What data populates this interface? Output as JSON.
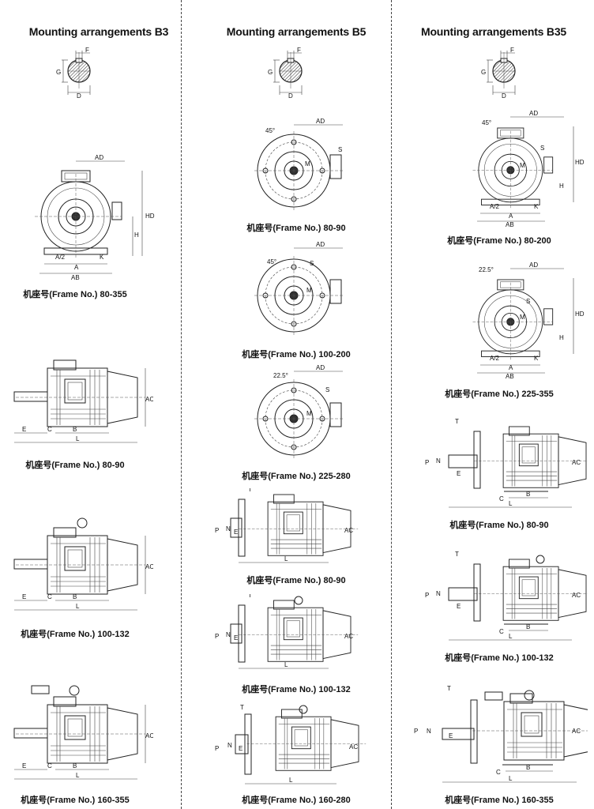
{
  "columns": [
    {
      "heading": "Mounting arrangements B3",
      "captions": [
        "机座号(Frame No.) 80-355",
        "机座号(Frame No.) 80-90",
        "机座号(Frame No.) 100-132",
        "机座号(Frame No.) 160-355"
      ]
    },
    {
      "heading": "Mounting arrangements B5",
      "captions": [
        "机座号(Frame No.) 80-90",
        "机座号(Frame No.) 100-200",
        "机座号(Frame No.) 225-280",
        "机座号(Frame No.) 80-90",
        "机座号(Frame No.) 100-132",
        "机座号(Frame No.) 160-280"
      ]
    },
    {
      "heading": "Mounting arrangements B35",
      "captions": [
        "机座号(Frame No.) 80-200",
        "机座号(Frame No.) 225-355",
        "机座号(Frame No.) 80-90",
        "机座号(Frame No.) 100-132",
        "机座号(Frame No.) 160-355"
      ]
    }
  ],
  "dims": {
    "F": "F",
    "G": "G",
    "D": "D",
    "AD": "AD",
    "HD": "HD",
    "H": "H",
    "A": "A",
    "A2": "A/2",
    "AB": "AB",
    "K": "K",
    "AC": "AC",
    "B": "B",
    "C": "C",
    "E": "E",
    "L": "L",
    "M": "M",
    "S": "S",
    "T": "T",
    "P": "P",
    "N": "N",
    "a45": "45°",
    "a225": "22.5°"
  }
}
